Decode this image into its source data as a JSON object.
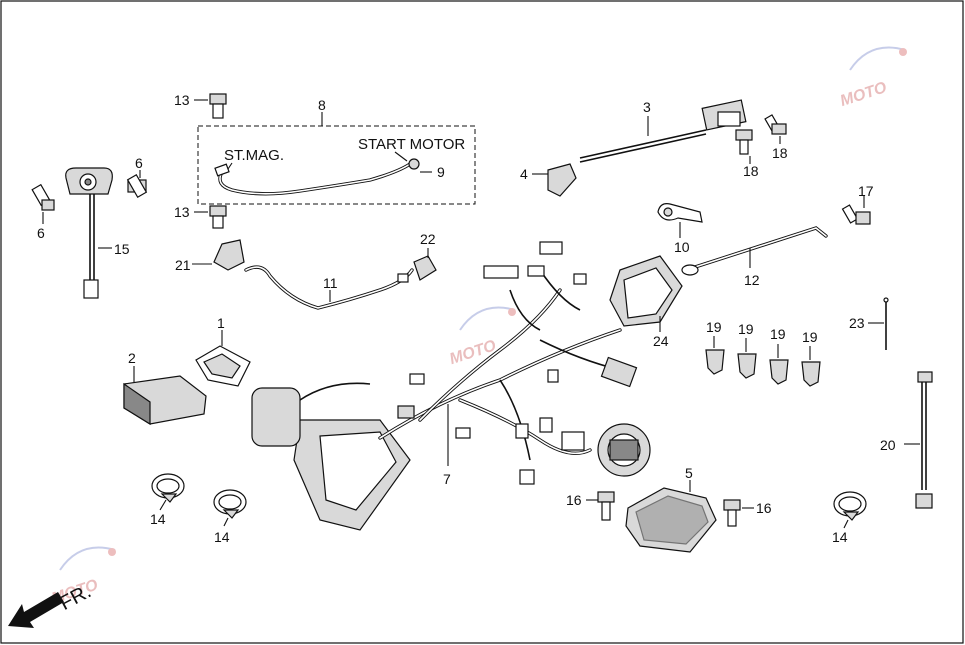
{
  "diagram": {
    "labels": {
      "l1": "1",
      "l2": "2",
      "l3": "3",
      "l4": "4",
      "l5": "5",
      "l6a": "6",
      "l6b": "6",
      "l7": "7",
      "l8": "8",
      "l9": "9",
      "l10": "10",
      "l11": "11",
      "l12": "12",
      "l13a": "13",
      "l13b": "13",
      "l14a": "14",
      "l14b": "14",
      "l14c": "14",
      "l15": "15",
      "l16a": "16",
      "l16b": "16",
      "l17": "17",
      "l18a": "18",
      "l18b": "18",
      "l19a": "19",
      "l19b": "19",
      "l19c": "19",
      "l19d": "19",
      "l20": "20",
      "l21": "21",
      "l22": "22",
      "l23": "23",
      "l24": "24"
    },
    "callouts": {
      "st_mag": "ST.MAG.",
      "start_motor": "START MOTOR",
      "front": "FR."
    },
    "watermark": "MOTO"
  }
}
